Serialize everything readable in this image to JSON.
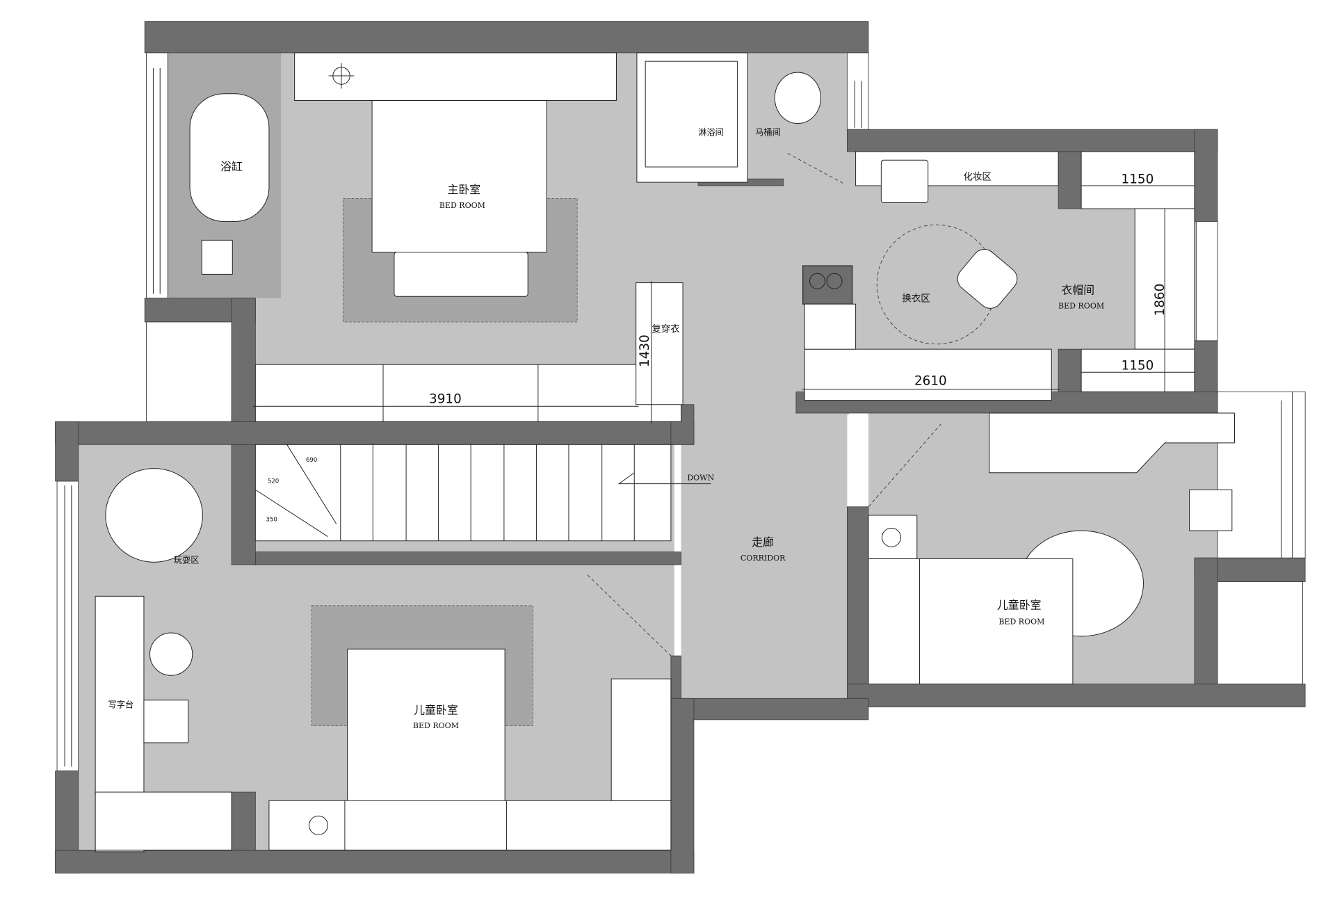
{
  "rooms": {
    "master_bedroom": {
      "cn": "主卧室",
      "en": "BED  ROOM"
    },
    "bathtub": "浴缸",
    "shower": "淋浴间",
    "toilet": "马桶间",
    "vanity": "化妆区",
    "cloakroom": {
      "cn": "衣帽间",
      "en": "BED  ROOM"
    },
    "changing_area": "换衣区",
    "wardrobe": "复穿衣",
    "corridor": {
      "cn": "走廊",
      "en": "CORRIDOR"
    },
    "play_area": "玩耍区",
    "desk": "写字台",
    "kids_bedroom_left": {
      "cn": "儿童卧室",
      "en": "BED  ROOM"
    },
    "kids_bedroom_right": {
      "cn": "儿童卧室",
      "en": "BED  ROOM"
    }
  },
  "dimensions": {
    "wardrobe_top": "1150",
    "wardrobe_bottom": "1150",
    "cloak_depth": "1860",
    "wardrobe_height": "1430",
    "master_width": "3910",
    "cloak_width": "2610"
  },
  "stairs": {
    "steps": [
      "690",
      "520",
      "350"
    ],
    "direction": "DOWN"
  }
}
